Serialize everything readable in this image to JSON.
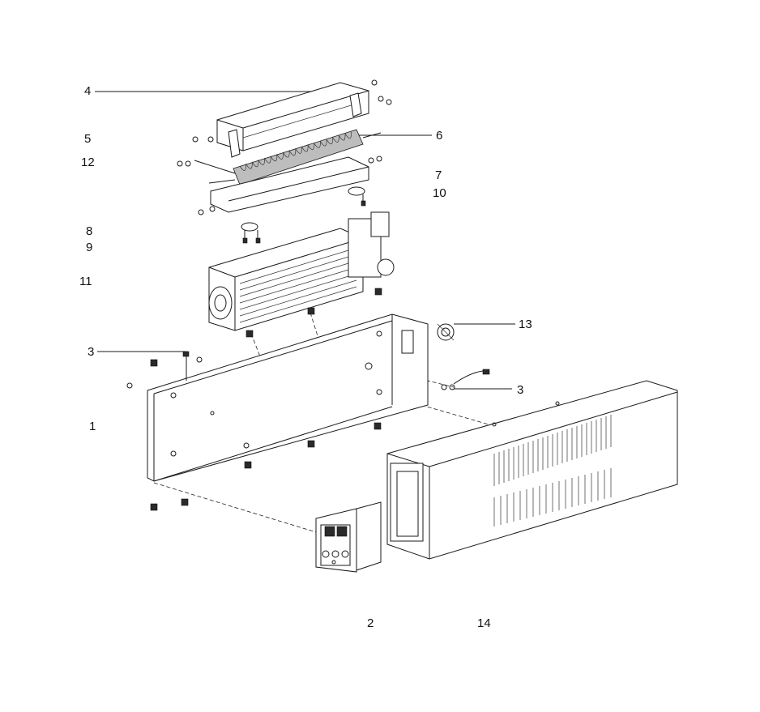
{
  "labels": {
    "l1": "1",
    "l2": "2",
    "l3a": "3",
    "l3b": "3",
    "l4": "4",
    "l5": "5",
    "l6": "6",
    "l7": "7",
    "l8": "8",
    "l9": "9",
    "l10": "10",
    "l11": "11",
    "l12": "12",
    "l13": "13",
    "l14": "14"
  }
}
